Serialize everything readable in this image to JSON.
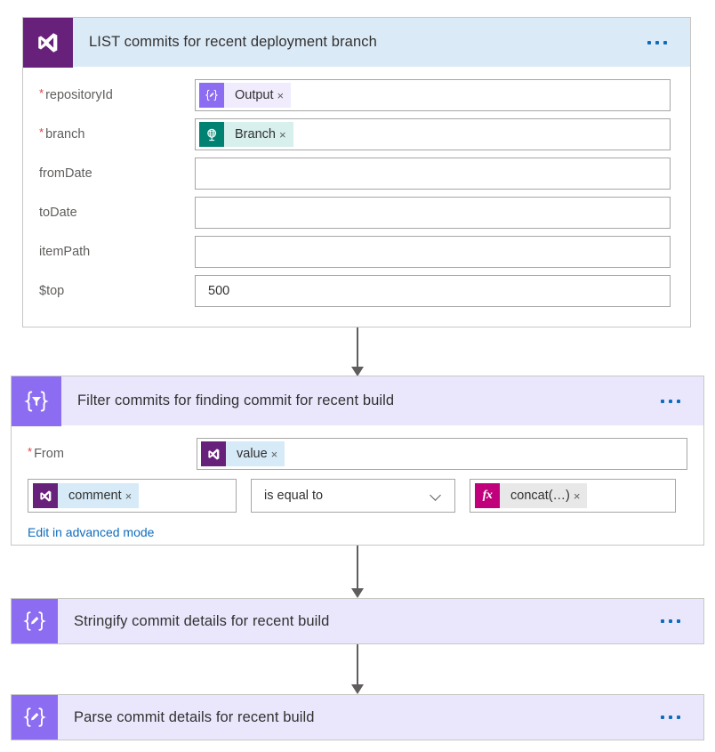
{
  "cards": [
    {
      "id": "list",
      "icon": "visual-studio-icon",
      "title": "LIST commits for recent deployment branch",
      "menu_label": "…",
      "fields": [
        {
          "label": "repositoryId",
          "required": true,
          "token": {
            "text": "Output",
            "icon": "compose-icon",
            "remove": "×"
          }
        },
        {
          "label": "branch",
          "required": true,
          "token": {
            "text": "Branch",
            "icon": "globe-icon",
            "remove": "×"
          }
        },
        {
          "label": "fromDate",
          "required": false,
          "value": ""
        },
        {
          "label": "toDate",
          "required": false,
          "value": ""
        },
        {
          "label": "itemPath",
          "required": false,
          "value": ""
        },
        {
          "label": "$top",
          "required": false,
          "value": "500"
        }
      ]
    },
    {
      "id": "filter",
      "icon": "filter-array-icon",
      "title": "Filter commits for finding commit for recent build",
      "from_label": "From",
      "from_required": true,
      "from_token": {
        "text": "value",
        "icon": "visual-studio-icon",
        "remove": "×"
      },
      "condition": {
        "left_token": {
          "text": "comment",
          "icon": "visual-studio-icon",
          "remove": "×"
        },
        "operator": "is equal to",
        "right_token": {
          "text": "concat(…)",
          "icon": "function-fx-icon",
          "remove": "×"
        }
      },
      "advanced_link": "Edit in advanced mode"
    },
    {
      "id": "stringify",
      "icon": "compose-icon",
      "title": "Stringify commit details for recent build"
    },
    {
      "id": "parse",
      "icon": "compose-icon",
      "title": "Parse commit details for recent build"
    }
  ],
  "colors": {
    "vs_purple": "#68217a",
    "violet": "#8c6cf0",
    "teal": "#008272",
    "magenta": "#c1007c",
    "header_blue": "#dbeaf7",
    "header_violet": "#eae7fd",
    "link_blue": "#0f6cbd",
    "required_red": "#e8383d"
  }
}
